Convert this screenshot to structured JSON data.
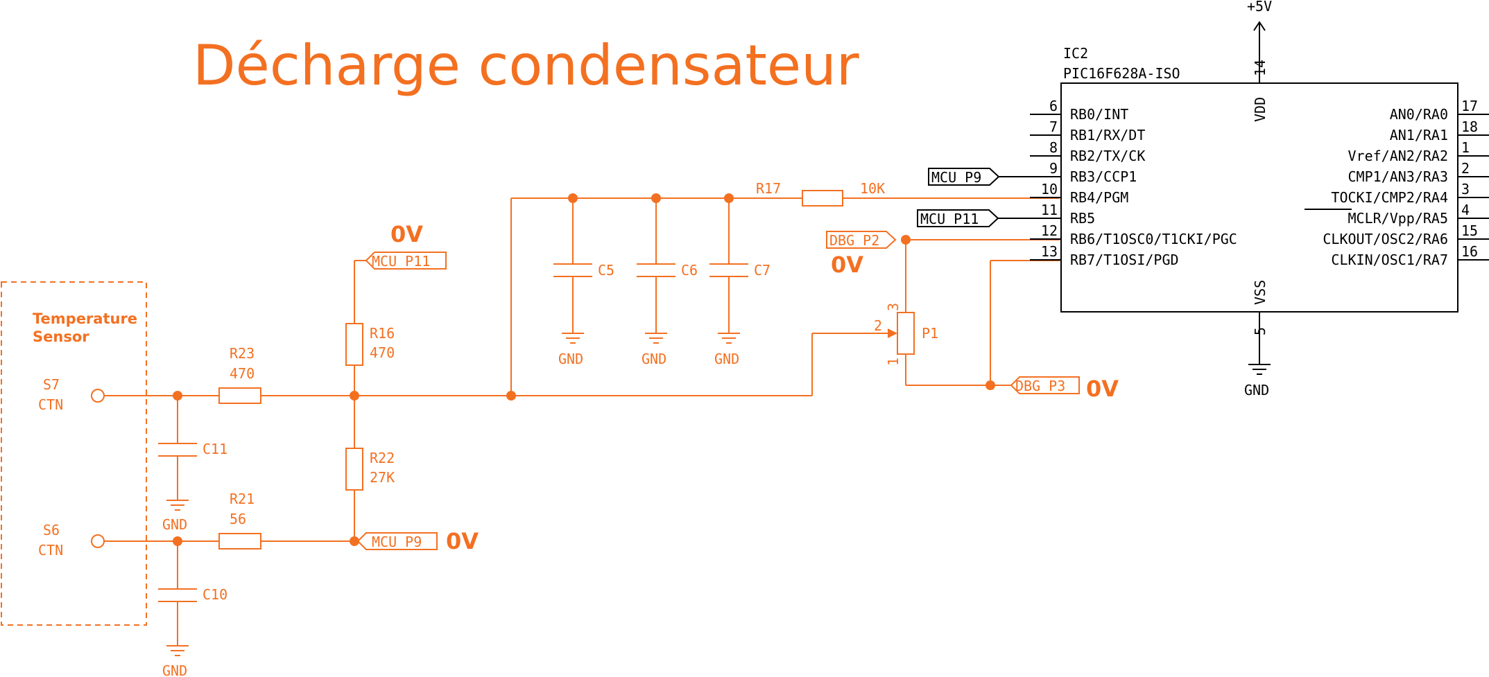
{
  "title": "Décharge condensateur",
  "sensor": {
    "label_line1": "Temperature",
    "label_line2": "Sensor",
    "s7": "S7",
    "s7_sub": "CTN",
    "s6": "S6",
    "s6_sub": "CTN"
  },
  "resistors": {
    "r23": "R23",
    "r23_val": "470",
    "r21": "R21",
    "r21_val": "56",
    "r16": "R16",
    "r16_val": "470",
    "r22": "R22",
    "r22_val": "27K",
    "r17": "R17",
    "r17_val": "10K"
  },
  "capacitors": {
    "c5": "C5",
    "c6": "C6",
    "c7": "C7",
    "c10": "C10",
    "c11": "C11"
  },
  "gnd": "GND",
  "pot": {
    "name": "P1",
    "pin1": "1",
    "pin2": "2",
    "pin3": "3"
  },
  "labels": {
    "mcu_p11": "MCU_P11",
    "mcu_p9": "MCU_P9",
    "dbg_p2": "DBG_P2",
    "dbg_p3": "DBG_P3",
    "zero_v": "0V"
  },
  "ic": {
    "ref": "IC2",
    "part": "PIC16F628A-ISO",
    "vdd": "VDD",
    "vss": "VSS",
    "vdd_pin": "14",
    "vss_pin": "5",
    "supply": "+5V",
    "left_pins": [
      {
        "num": "6",
        "name": "RB0/INT"
      },
      {
        "num": "7",
        "name": "RB1/RX/DT"
      },
      {
        "num": "8",
        "name": "RB2/TX/CK"
      },
      {
        "num": "9",
        "name": "RB3/CCP1"
      },
      {
        "num": "10",
        "name": "RB4/PGM"
      },
      {
        "num": "11",
        "name": "RB5"
      },
      {
        "num": "12",
        "name": "RB6/T1OSC0/T1CKI/PGC"
      },
      {
        "num": "13",
        "name": "RB7/T1OSI/PGD"
      }
    ],
    "right_pins": [
      {
        "num": "17",
        "name": "AN0/RA0"
      },
      {
        "num": "18",
        "name": "AN1/RA1"
      },
      {
        "num": "1",
        "name": "Vref/AN2/RA2"
      },
      {
        "num": "2",
        "name": "CMP1/AN3/RA3"
      },
      {
        "num": "3",
        "name": "TOCKI/CMP2/RA4"
      },
      {
        "num": "4",
        "name": "MCLR/Vpp/RA5"
      },
      {
        "num": "15",
        "name": "CLKOUT/OSC2/RA6"
      },
      {
        "num": "16",
        "name": "CLKIN/OSC1/RA7"
      }
    ]
  },
  "colors": {
    "schematic": "#f37021",
    "ic": "#000000",
    "background": "#ffffff"
  }
}
